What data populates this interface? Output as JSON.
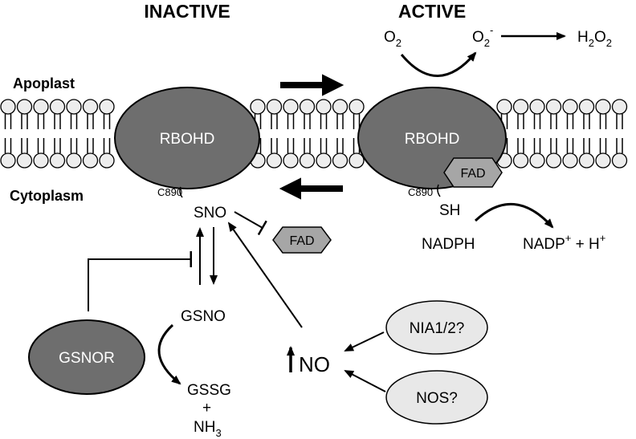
{
  "headers": {
    "inactive": "INACTIVE",
    "active": "ACTIVE"
  },
  "compartments": {
    "apoplast": "Apoplast",
    "cytoplasm": "Cytoplasm"
  },
  "enzymes": {
    "rbohd_inactive": "RBOHD",
    "rbohd_active": "RBOHD",
    "fad_bound": "FAD",
    "fad_free": "FAD",
    "gsnor": "GSNOR",
    "nia": "NIA1/2?",
    "nos": "NOS?"
  },
  "residues": {
    "c890_inactive": "C890",
    "c890_active": "C890",
    "sno": "SNO",
    "sh": "SH"
  },
  "species": {
    "o2": {
      "base": "O",
      "sub": "2"
    },
    "superoxide": {
      "base": "O",
      "sub": "2",
      "sup": "-"
    },
    "h2o2": {
      "h": "H",
      "sub1": "2",
      "o": "O",
      "sub2": "2"
    },
    "nadph": "NADPH",
    "nadp": {
      "base": "NADP",
      "sup": "+",
      "rest": " + H",
      "sup2": "+"
    },
    "gsno": "GSNO",
    "gssg": "GSSG",
    "plus": "+",
    "nh3": {
      "base": "NH",
      "sub": "3"
    },
    "no": "NO"
  },
  "colors": {
    "enzyme_dark": "#6e6e6e",
    "fad_fill": "#a6a6a6",
    "lipid_head": "#ededed",
    "light_enzyme": "#e8e8e8",
    "stroke": "#000000"
  }
}
